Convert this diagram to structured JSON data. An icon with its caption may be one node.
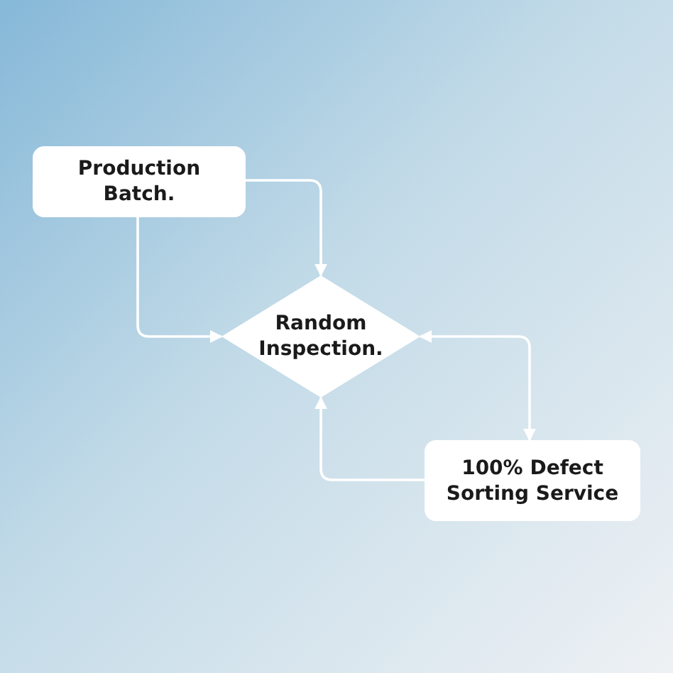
{
  "diagram": {
    "nodes": [
      {
        "text": [
          "Production Batch."
        ]
      },
      {
        "text": [
          "Random Inspection."
        ]
      },
      {
        "text": [
          "100% Defect Sorting Service"
        ]
      }
    ],
    "edges": [
      {
        "from": 0,
        "to": 1,
        "arrow": "to"
      },
      {
        "from": 0,
        "to": 1,
        "arrow": "to"
      },
      {
        "from": 1,
        "to": 2,
        "arrow": "both"
      },
      {
        "from": 2,
        "to": 1,
        "arrow": "to"
      }
    ]
  }
}
